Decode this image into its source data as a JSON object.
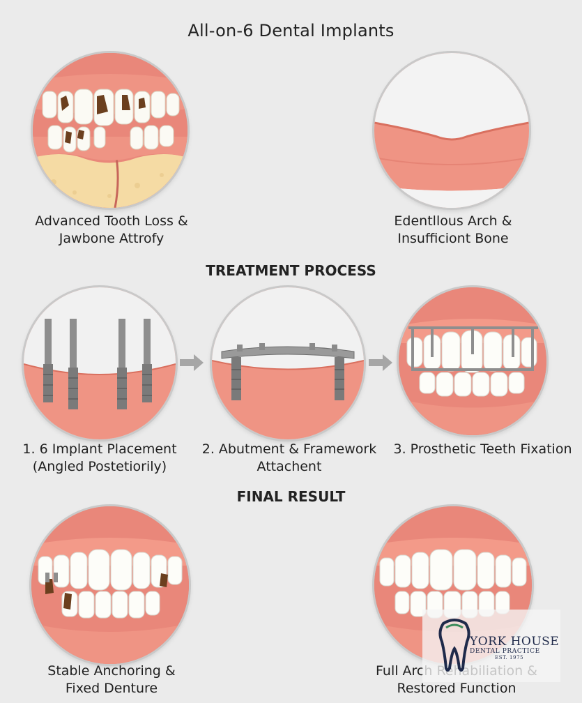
{
  "title": "All-on-6 Dental Implants",
  "sections": {
    "treatment_heading": "TREATMENT PROCESS",
    "final_heading": "FINAL RESULT"
  },
  "problem": {
    "left_caption": [
      "Advanced Tooth Loss &",
      "Jawbone Attrofy"
    ],
    "right_caption": [
      "Edentllous Arch &",
      "Insufficiont Bone"
    ]
  },
  "steps": [
    {
      "caption": [
        "1. 6 Implant Placement",
        "(Angled Postetiorily)"
      ]
    },
    {
      "caption": [
        "2. Abutment & Framework",
        "Attachent"
      ]
    },
    {
      "caption": [
        "3. Prosthetic Teeth Fixation"
      ]
    }
  ],
  "results": {
    "left_caption": [
      "Stable Anchoring &",
      "Fixed Denture"
    ],
    "right_caption": [
      "Full Arch Rehabiliation &",
      "Restored Function"
    ]
  },
  "logo": {
    "name": "YORK HOUSE",
    "subtitle": "DENTAL PRACTICE",
    "est": "EST. 1975"
  },
  "colors": {
    "background": "#ebebeb",
    "gum": "#ef9484",
    "gum_dark": "#d9705f",
    "tooth": "#fbfaf4",
    "decay": "#6b3f1e",
    "bone": "#f5dba4",
    "metal": "#9a9a9a",
    "logo_navy": "#1f2a4a"
  },
  "icons": [
    "decayed-teeth-illustration",
    "edentulous-arch-illustration",
    "implant-posts-illustration",
    "framework-bar-illustration",
    "prosthetic-teeth-illustration",
    "partial-teeth-illustration",
    "full-teeth-illustration",
    "right-arrow-icon",
    "tooth-logo-icon"
  ]
}
